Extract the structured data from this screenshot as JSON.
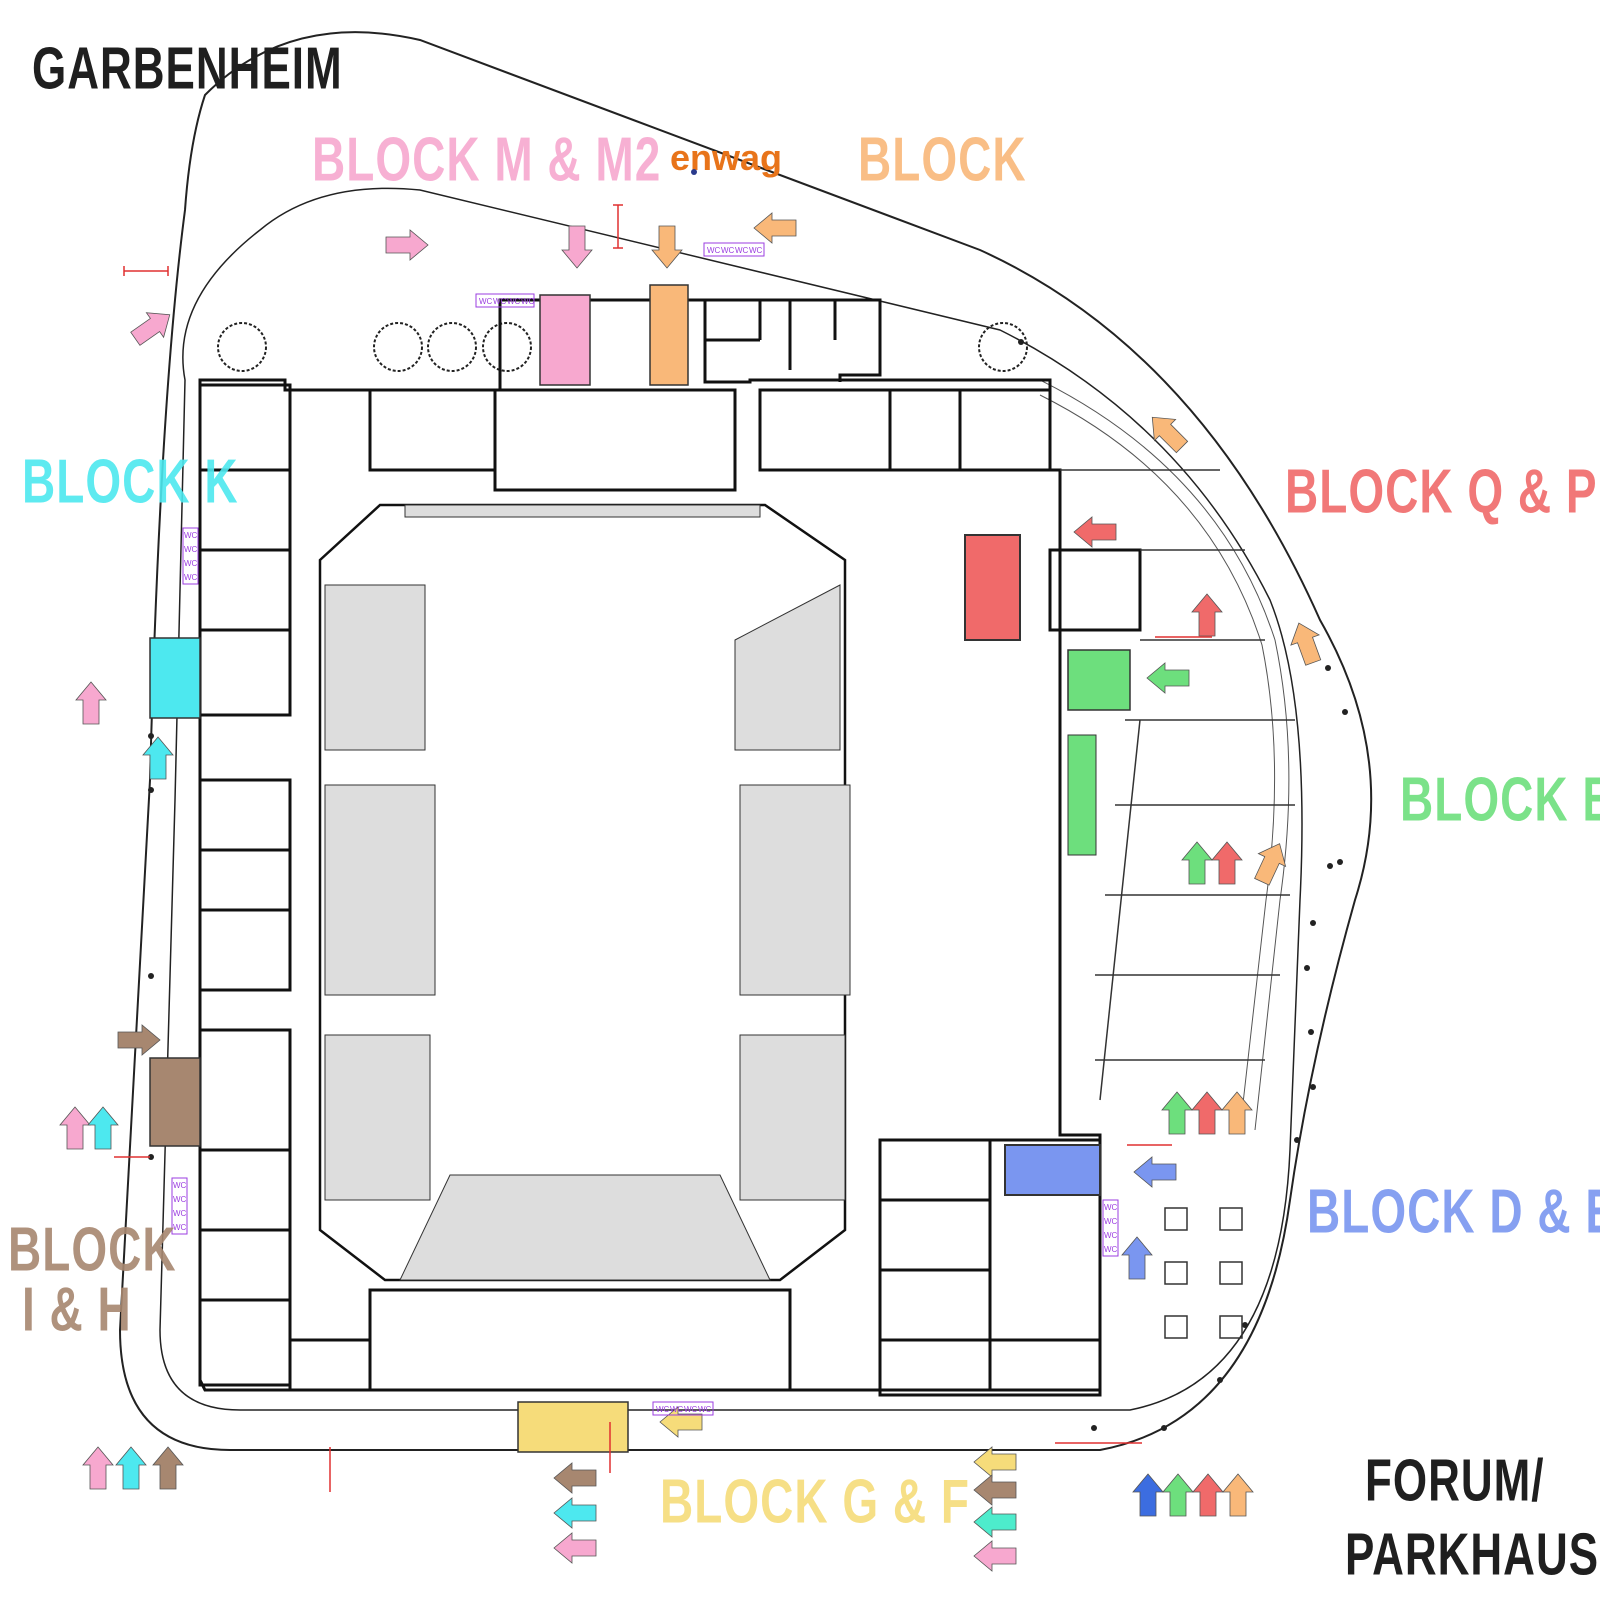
{
  "places": {
    "garbenheim": "GARBENHEIM",
    "forum_line1": "FORUM/",
    "forum_line2": "PARKHAUS"
  },
  "sponsor": {
    "logo_text": "enwag"
  },
  "blocks": {
    "m": {
      "label": "BLOCK M & M2",
      "color": "#f7a8cf"
    },
    "enwag": {
      "label": "BLOCK",
      "color": "#f9b879"
    },
    "k": {
      "label": "BLOCK K",
      "color": "#4de8ef"
    },
    "qp": {
      "label": "BLOCK Q & P",
      "color": "#f06a6a"
    },
    "b": {
      "label": "BLOCK B",
      "color": "#6ddf7d"
    },
    "de": {
      "label": "BLOCK D & E",
      "color": "#7a96f0"
    },
    "ih_line1": {
      "label": "BLOCK",
      "color": "#a78770"
    },
    "ih_line2": {
      "label": "I & H",
      "color": "#a78770"
    },
    "gf": {
      "label": "BLOCK G & F",
      "color": "#f6dc7a"
    }
  },
  "wc_label": "WC",
  "colors": {
    "pink": "#f7a8cf",
    "orange": "#f9b879",
    "cyan": "#4de8ef",
    "red": "#f06a6a",
    "green": "#6ddf7d",
    "blue": "#7a96f0",
    "brown": "#a78770",
    "yellow": "#f6dc7a",
    "wc": "#9b3de0"
  }
}
